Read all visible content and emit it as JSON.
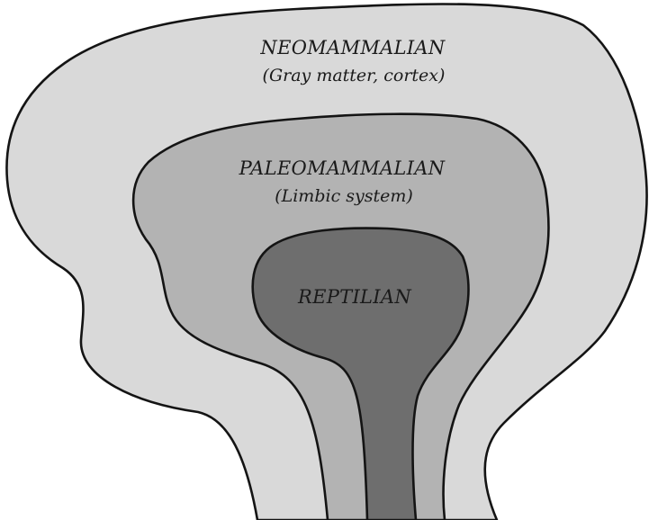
{
  "diagram": {
    "layers": [
      {
        "key": "neomammalian",
        "name": "NEOMAMMALIAN",
        "description": "(Gray matter, cortex)",
        "fill": "#d9d9d9"
      },
      {
        "key": "paleomammalian",
        "name": "PALEOMAMMALIAN",
        "description": "(Limbic system)",
        "fill": "#b3b3b3"
      },
      {
        "key": "reptilian",
        "name": "REPTILIAN",
        "fill": "#6e6e6e"
      }
    ],
    "outline_color": "#141414"
  }
}
